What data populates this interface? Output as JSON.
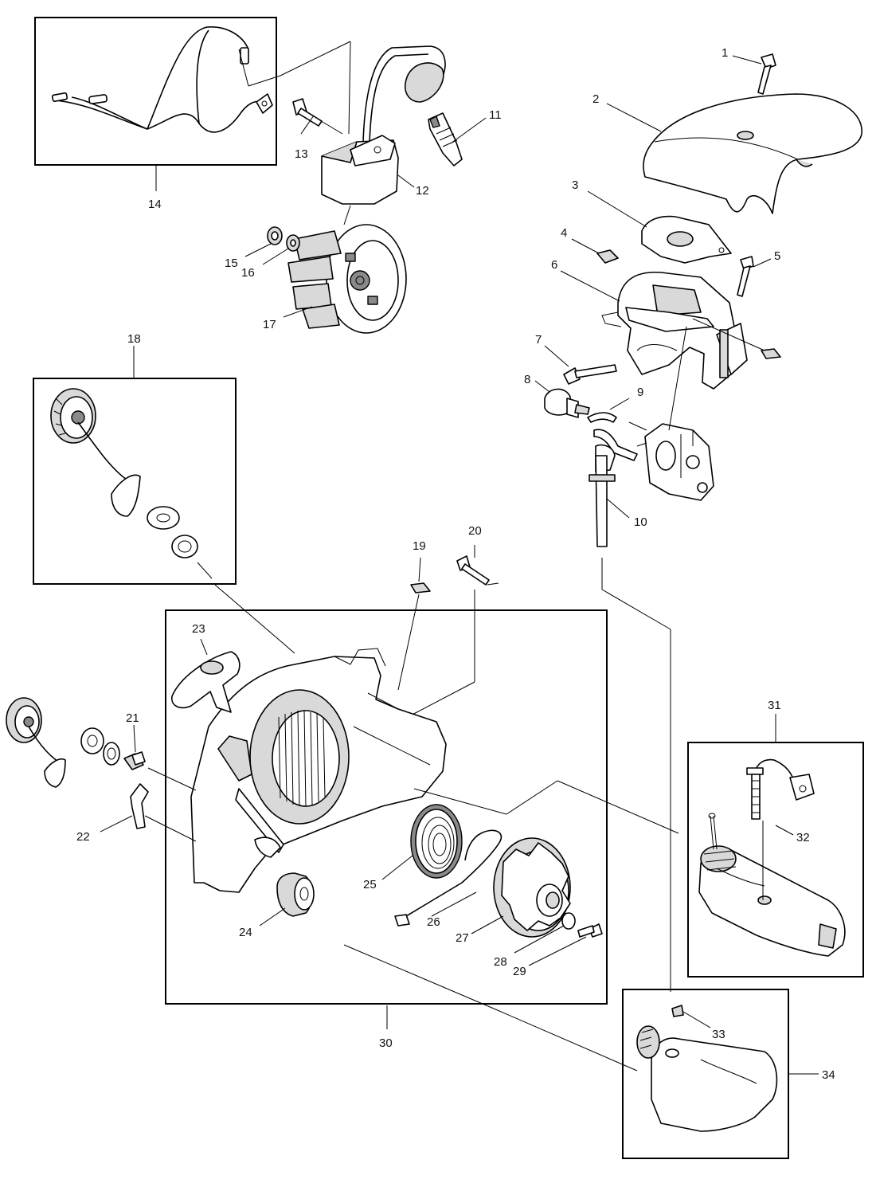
{
  "callouts": [
    "1",
    "2",
    "3",
    "4",
    "5",
    "6",
    "7",
    "8",
    "9",
    "10",
    "11",
    "12",
    "13",
    "14",
    "15",
    "16",
    "17",
    "18",
    "19",
    "20",
    "21",
    "22",
    "23",
    "24",
    "25",
    "26",
    "27",
    "28",
    "29",
    "30",
    "31",
    "32",
    "33",
    "34"
  ]
}
